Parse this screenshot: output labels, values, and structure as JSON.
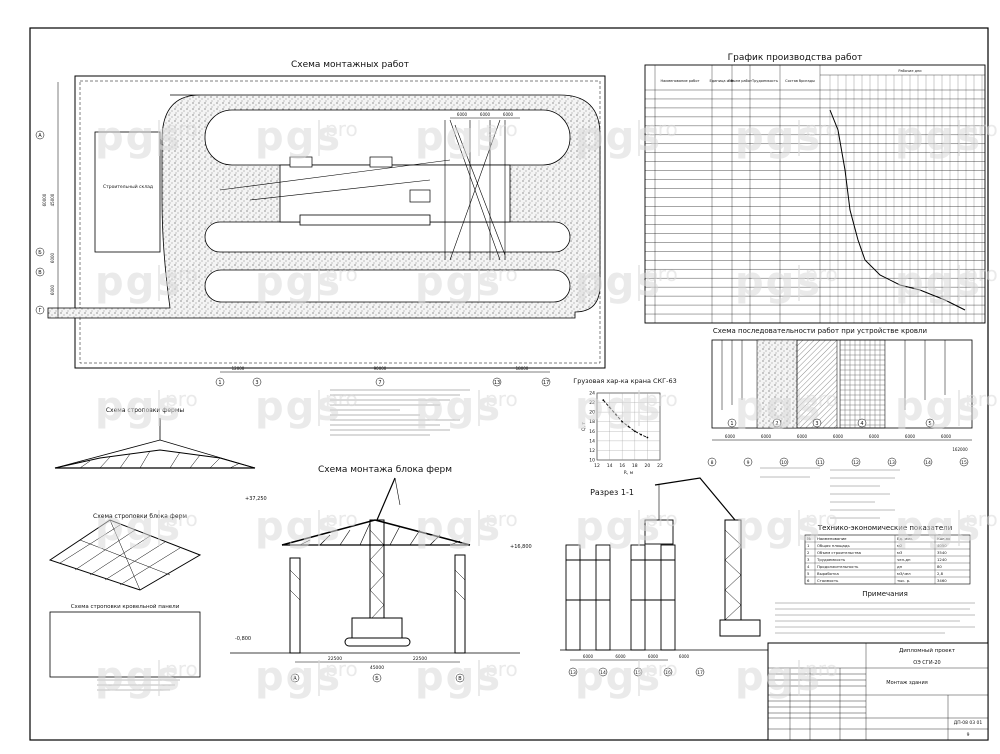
{
  "watermark": {
    "brand": "pgs",
    "suffix": "pro"
  },
  "titles": {
    "site_plan": "Схема монтажных работ",
    "schedule": "График производства работ",
    "roof_sequence": "Схема последовательности работ при устройстве кровли",
    "crane_chart": "Грузовая хар-ка крана СКГ-63",
    "truss_mounting": "Схема монтажа блока ферм",
    "section": "Разрез 1-1",
    "truss_sling": "Схема строповки фермы",
    "block_sling": "Схема строповки блока ферм",
    "panel_sling": "Схема строповки кровельной панели",
    "tep": "Технико-экономические показатели",
    "notes": "Примечания"
  },
  "site_plan": {
    "building_label": "Строительный склад",
    "dims_top": [
      "6000",
      "6000",
      "6000"
    ],
    "dims_left": [
      "45000",
      "60000",
      "6000",
      "6000"
    ],
    "dims_bottom": [
      "12000",
      "90000",
      "18000"
    ],
    "axes_left": [
      "А",
      "Б",
      "В",
      "Г"
    ],
    "axes_bottom": [
      "1",
      "3",
      "7",
      "13",
      "17"
    ]
  },
  "schedule": {
    "headers": [
      "Наименование работ",
      "Единица изм.",
      "Объем работ",
      "Трудоемкость",
      "Состав бригады",
      "Рабочие дни"
    ],
    "row_count": 26
  },
  "roof_sequence": {
    "steps": [
      "1",
      "2",
      "3",
      "4",
      "5"
    ],
    "dims": [
      "6000",
      "6000",
      "6000",
      "6000",
      "6000",
      "6000",
      "6000"
    ],
    "axes": [
      "8",
      "9",
      "10",
      "11",
      "12",
      "13",
      "14",
      "15"
    ],
    "total": "162000"
  },
  "crane_chart": {
    "type": "line",
    "xlabel": "R, м",
    "ylabel": "Q, т",
    "x_ticks": [
      "12",
      "14",
      "16",
      "18",
      "20",
      "22"
    ],
    "y_ticks": [
      "10",
      "12",
      "14",
      "16",
      "18",
      "20",
      "22",
      "24"
    ],
    "xlim": [
      12,
      22
    ],
    "ylim": [
      10,
      24
    ],
    "series": [
      {
        "x": [
          13,
          14,
          15,
          16,
          17,
          18,
          19,
          20
        ],
        "values": [
          22.5,
          21,
          19.5,
          18,
          17,
          16,
          15.3,
          14.7
        ]
      }
    ]
  },
  "truss_mounting": {
    "elev_top": "+37,250",
    "elev_right": "+16,800",
    "elev_ground": "-0,800",
    "spans": [
      "22500",
      "22500"
    ],
    "total": "45000",
    "axes": [
      "А",
      "Б",
      "В"
    ]
  },
  "section": {
    "axes": [
      "13",
      "14",
      "15",
      "16",
      "17"
    ],
    "dims": [
      "6000",
      "6000",
      "6000",
      "6000"
    ]
  },
  "tep": {
    "headers": [
      "№",
      "Наименование",
      "Ед. изм.",
      "Кол-во"
    ],
    "rows": [
      [
        "1",
        "Общая площадь",
        "м2",
        "4050"
      ],
      [
        "2",
        "Объем строительства",
        "м3",
        "3540"
      ],
      [
        "3",
        "Трудоемкость",
        "чел-дн",
        "1240"
      ],
      [
        "4",
        "Продолжительность",
        "дн",
        "80"
      ],
      [
        "5",
        "Выработка",
        "м3/чел",
        "2,8"
      ],
      [
        "6",
        "Стоимость",
        "тыс. р.",
        "3460"
      ]
    ]
  },
  "stamp": {
    "title": "Дипломный проект",
    "subtitle": "ОЭ СГИ-20",
    "sheet_name": "Монтаж здания",
    "code": "ДП-08 03 01",
    "sheet_num": "9"
  }
}
